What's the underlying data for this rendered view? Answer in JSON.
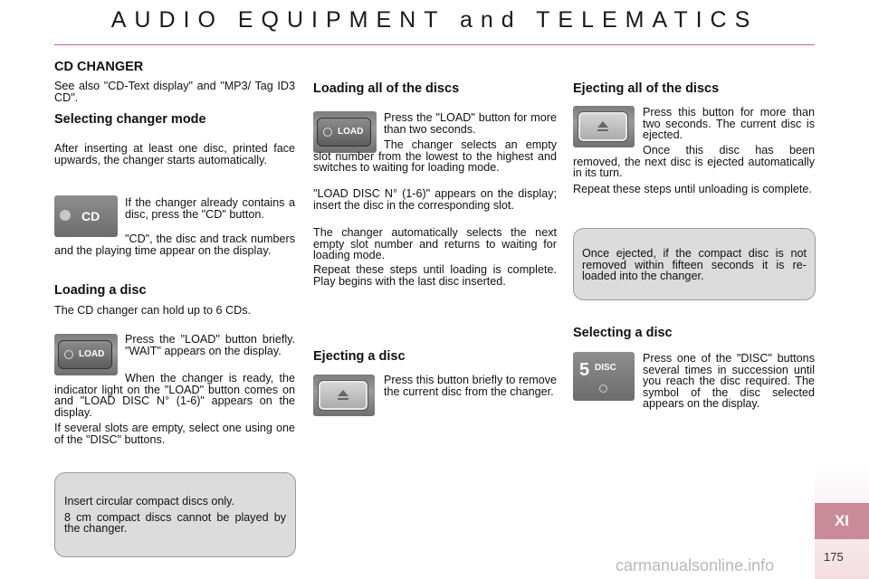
{
  "header": {
    "title": "AUDIO EQUIPMENT and TELEMATICS"
  },
  "col1": {
    "cd_changer_heading": "CD CHANGER",
    "see_also": "See also \"CD-Text display\" and \"MP3/ Tag ID3 CD\".",
    "selecting_mode_heading": "Selecting changer mode",
    "after_inserting": "After inserting at least one disc, printed face upwards, the changer starts automatically.",
    "if_changer": "If the changer already contains a disc, press the \"CD\" button.",
    "cd_display": "\"CD\", the disc and track numbers and the playing time appear on the display.",
    "cd_button_label": "CD",
    "loading_heading": "Loading a disc",
    "hold_up": "The CD changer can hold up to 6 CDs.",
    "press_load": "Press the \"LOAD\" button briefly. \"WAIT\" appears on the display.",
    "when_ready": "When the changer is ready, the indicator light on the \"LOAD\" button comes on and \"LOAD DISC N° (1-6)\" appears on the display.",
    "several_slots": "If several slots are empty, select one using one of the \"DISC\" buttons.",
    "load_button_label": "LOAD",
    "note_line1": "Insert circular compact discs only.",
    "note_line2": "8 cm compact discs cannot be played by the changer."
  },
  "col2": {
    "loading_all_heading": "Loading all of the discs",
    "press_load_more": "Press the \"LOAD\" button for more than two seconds.",
    "changer_selects": "The changer selects an empty slot number from the lowest to the highest and switches to waiting for loading mode.",
    "load_disc_appears": "\"LOAD DISC N° (1-6)\" appears on the display; insert the disc in the corresponding slot.",
    "automatically_selects": "The changer automatically selects the next empty slot number and returns to waiting for loading mode.",
    "repeat_loading": "Repeat these steps until loading is complete. Play begins with the last disc inserted.",
    "load_button_label": "LOAD",
    "ejecting_heading": "Ejecting a disc",
    "press_briefly": "Press this button briefly to remove the current disc from the changer."
  },
  "col3": {
    "ejecting_all_heading": "Ejecting all of the discs",
    "press_more": "Press this button for more than two seconds. The current disc is ejected.",
    "once_removed": "Once this disc has been removed, the next disc is ejected automatically in its turn.",
    "repeat_unloading": "Repeat these steps until unloading is complete.",
    "note": "Once ejected, if the compact disc is not removed within fifteen seconds it is re-loaded into the changer.",
    "selecting_heading": "Selecting a disc",
    "press_disc": "Press one of the \"DISC\" buttons several times in succession until you reach the disc required. The symbol of the disc selected appears on the display.",
    "disc_number": "5",
    "disc_label": "DISC"
  },
  "footer": {
    "section_tab": "XI",
    "page_number": "175",
    "watermark": "carmanualsonline.info"
  }
}
